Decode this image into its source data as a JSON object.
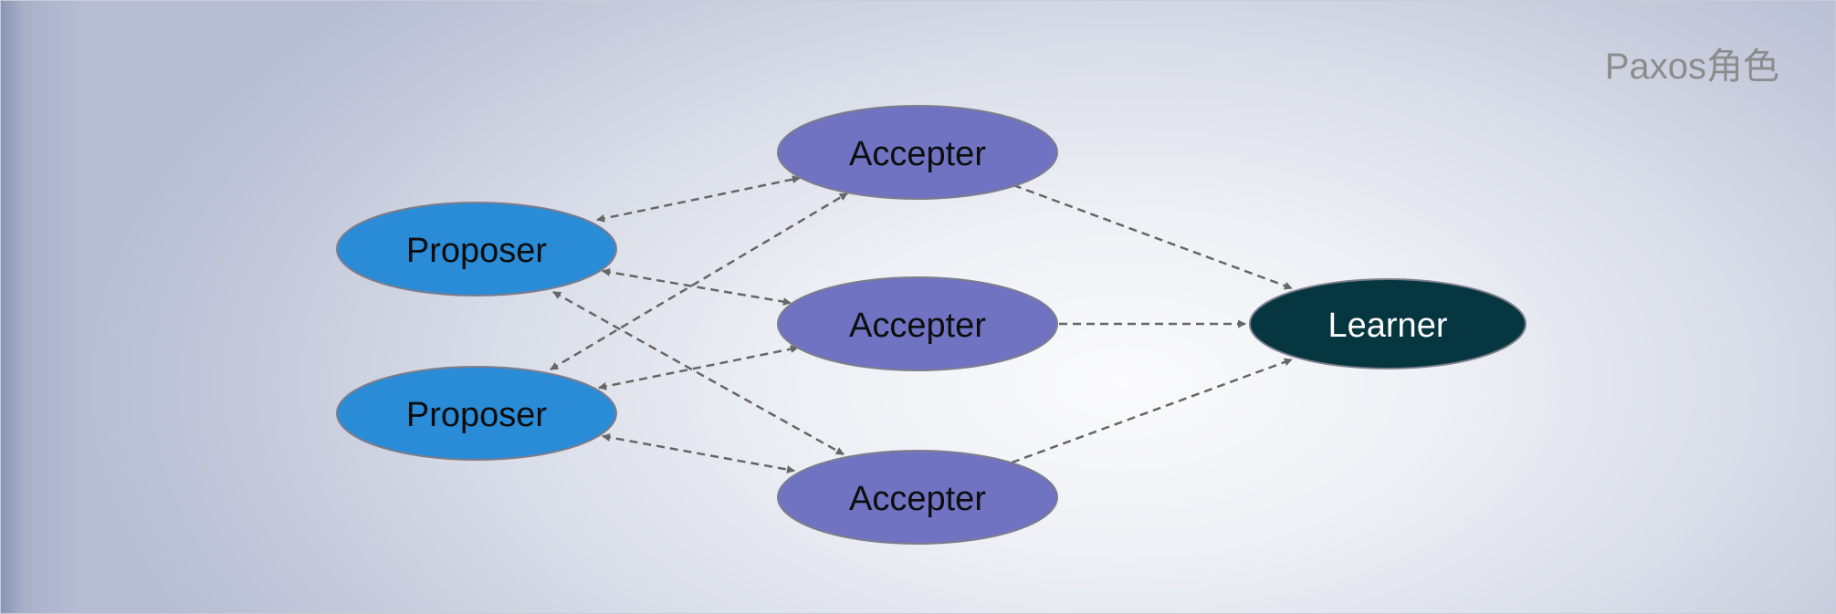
{
  "title": "Paxos角色",
  "nodes": {
    "proposer_1": {
      "label": "Proposer",
      "fill": "#2a8bd6"
    },
    "proposer_2": {
      "label": "Proposer",
      "fill": "#2a8bd6"
    },
    "accepter_1": {
      "label": "Accepter",
      "fill": "#6f73c2"
    },
    "accepter_2": {
      "label": "Accepter",
      "fill": "#6f73c2"
    },
    "accepter_3": {
      "label": "Accepter",
      "fill": "#6f73c2"
    },
    "learner": {
      "label": "Learner",
      "fill": "#06363f"
    }
  },
  "edges": [
    {
      "from": "proposer_1",
      "to": "accepter_1",
      "style": "dashed",
      "arrows": "both"
    },
    {
      "from": "proposer_1",
      "to": "accepter_2",
      "style": "dashed",
      "arrows": "both"
    },
    {
      "from": "proposer_1",
      "to": "accepter_3",
      "style": "dashed",
      "arrows": "both"
    },
    {
      "from": "proposer_2",
      "to": "accepter_1",
      "style": "dashed",
      "arrows": "both"
    },
    {
      "from": "proposer_2",
      "to": "accepter_2",
      "style": "dashed",
      "arrows": "both"
    },
    {
      "from": "proposer_2",
      "to": "accepter_3",
      "style": "dashed",
      "arrows": "both"
    },
    {
      "from": "accepter_1",
      "to": "learner",
      "style": "dashed",
      "arrows": "end"
    },
    {
      "from": "accepter_2",
      "to": "learner",
      "style": "dashed",
      "arrows": "end"
    },
    {
      "from": "accepter_3",
      "to": "learner",
      "style": "dashed",
      "arrows": "end"
    }
  ],
  "colors": {
    "edge": "#666666",
    "node_stroke": "#7d7d8c",
    "dark_text": "#0d0d0d",
    "light_text": "#ffffff",
    "title_text": "#8c8c8c"
  }
}
